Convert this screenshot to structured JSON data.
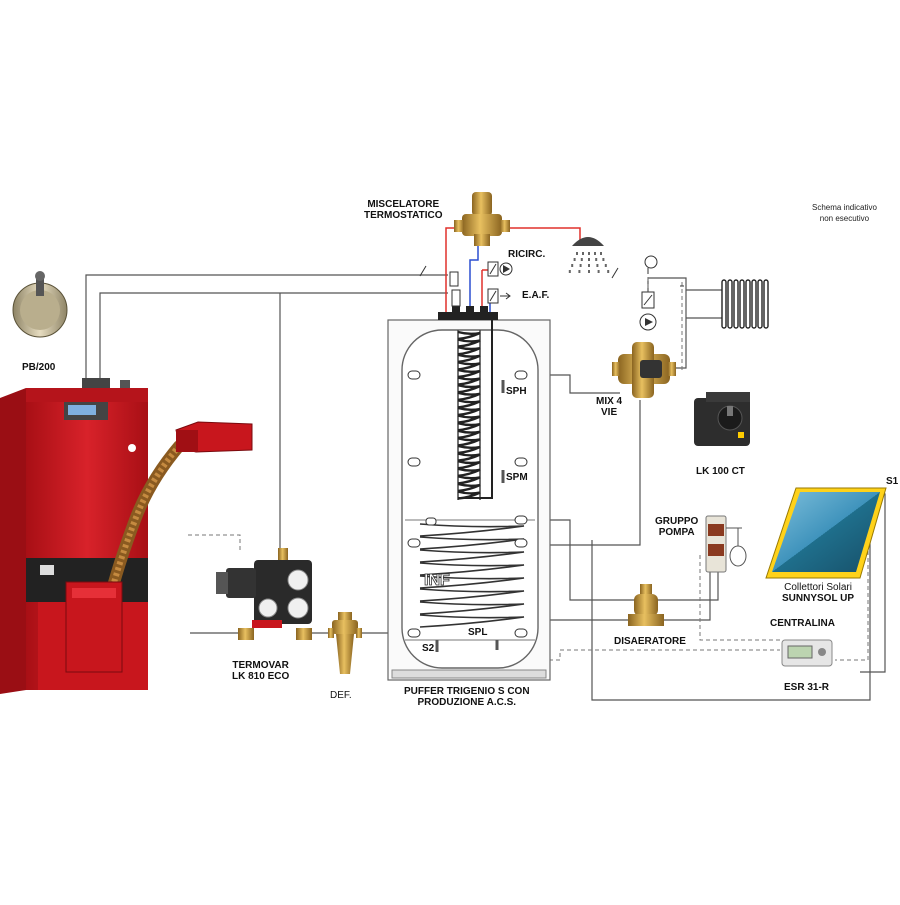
{
  "note": {
    "line1": "Schema indicativo",
    "line2": "non esecutivo"
  },
  "labels": {
    "miscelatore_1": "MISCELATORE",
    "miscelatore_2": "TERMOSTATICO",
    "ricirc": "RICIRC.",
    "eaf": "E.A.F.",
    "pb200": "PB/200",
    "sph": "SPH",
    "spm": "SPM",
    "inf": "INF",
    "spl": "SPL",
    "s2": "S2",
    "s1": "S1",
    "mix_1": "MIX 4",
    "mix_2": "VIE",
    "lk100": "LK 100 CT",
    "gruppo_1": "GRUPPO",
    "gruppo_2": "POMPA",
    "collettori_1": "Collettori Solari",
    "collettori_2": "SUNNYSOL UP",
    "centralina": "CENTRALINA",
    "esr": "ESR 31-R",
    "disaeratore": "DISAERATORE",
    "termovar_1": "TERMOVAR",
    "termovar_2": "LK 810 ECO",
    "def": "DEF.",
    "puffer_1": "PUFFER TRIGENIO S CON",
    "puffer_2": "PRODUZIONE A.C.S."
  },
  "colors": {
    "boiler_red": "#c8161d",
    "pipe": "#555555",
    "hot_pipe": "#e0302b",
    "cold_pipe": "#2b4fd0",
    "brass": "#c9a040",
    "solar_panel": "#2e7fa8"
  },
  "icons": [
    "damper-icon",
    "boiler-icon",
    "pellet-burner-icon",
    "pump-icon",
    "shower-icon",
    "radiator-icon",
    "thermometer-icon",
    "valve-icon",
    "actuator-icon",
    "solar-collector-icon",
    "controller-icon",
    "air-separator-icon",
    "filter-icon",
    "puffer-tank-icon"
  ]
}
